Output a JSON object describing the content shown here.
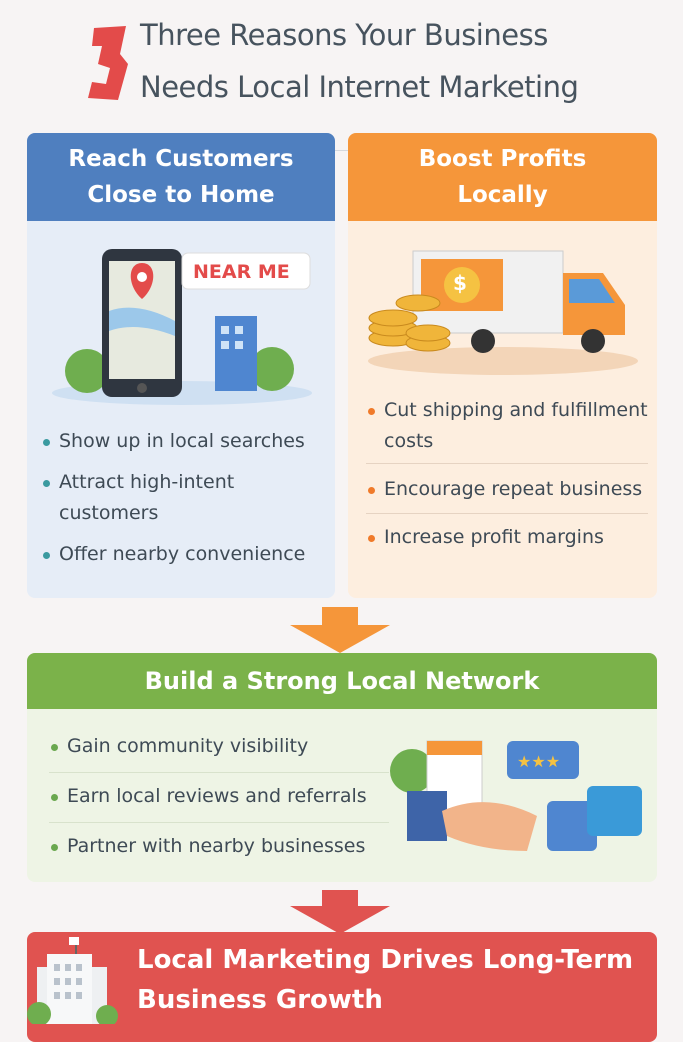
{
  "header": {
    "number_glyph": "3",
    "title_line1": "Three Reasons Your Business",
    "title_line2": "Needs Local Internet Marketing"
  },
  "cards": [
    {
      "title_line1": "Reach Customers",
      "title_line2": "Close to Home",
      "illustration_label": "NEAR ME",
      "bullets": [
        "Show up in local searches",
        "Attract high-intent customers",
        "Offer nearby convenience"
      ],
      "color": "#4f7fbf"
    },
    {
      "title_line1": "Boost Profits",
      "title_line2": "Locally",
      "illustration_label": "$",
      "bullets": [
        "Cut shipping and fulfillment costs",
        "Encourage repeat business",
        "Increase profit margins"
      ],
      "color": "#f5963a"
    },
    {
      "title": "Build a Strong Local Network",
      "bullets": [
        "Gain community visibility",
        "Earn local reviews and referrals",
        "Partner with nearby businesses"
      ],
      "color": "#7bb24a"
    }
  ],
  "footer": {
    "line1": "Local Marketing Drives Long-Term",
    "line2": "Business Growth",
    "color": "#e05350"
  }
}
